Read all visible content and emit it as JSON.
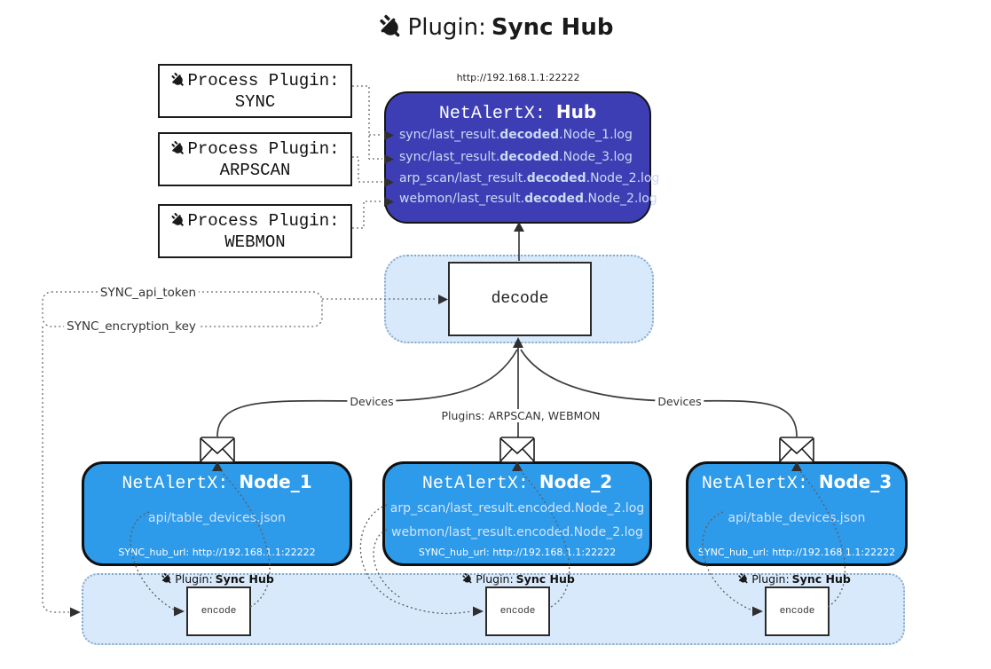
{
  "title": {
    "label": "Plugin:",
    "name": "Sync Hub"
  },
  "hub": {
    "url": "http://192.168.1.1:22222",
    "title": "NetAlertX:",
    "name": "Hub",
    "logs": [
      {
        "pre": "sync/last_result.",
        "bold": "decoded",
        "post": ".Node_1.log"
      },
      {
        "pre": "sync/last_result.",
        "bold": "decoded",
        "post": ".Node_3.log"
      },
      {
        "pre": "arp_scan/last_result.",
        "bold": "decoded",
        "post": ".Node_2.log"
      },
      {
        "pre": "webmon/last_result.",
        "bold": "decoded",
        "post": ".Node_2.log"
      }
    ]
  },
  "process_plugins": [
    {
      "label": "Process Plugin:",
      "name": "SYNC"
    },
    {
      "label": "Process Plugin:",
      "name": "ARPSCAN"
    },
    {
      "label": "Process Plugin:",
      "name": "WEBMON"
    }
  ],
  "decode": {
    "label": "decode",
    "api_token": "SYNC_api_token",
    "encryption_key": "SYNC_encryption_key"
  },
  "edges": {
    "devices_left": "Devices",
    "devices_right": "Devices",
    "plugins": "Plugins: ARPSCAN, WEBMON"
  },
  "nodes": [
    {
      "title": "NetAlertX:",
      "name": "Node_1",
      "files": [
        "api/table_devices.json"
      ],
      "hub_url": "SYNC_hub_url: http://192.168.1.1:22222"
    },
    {
      "title": "NetAlertX:",
      "name": "Node_2",
      "files": [
        "arp_scan/last_result.encoded.Node_2.log",
        "webmon/last_result.encoded.Node_2.log"
      ],
      "hub_url": "SYNC_hub_url: http://192.168.1.1:22222"
    },
    {
      "title": "NetAlertX:",
      "name": "Node_3",
      "files": [
        "api/table_devices.json"
      ],
      "hub_url": "SYNC_hub_url: http://192.168.1.1:22222"
    }
  ],
  "encode": {
    "plugin_label": "Plugin:",
    "plugin_name": "Sync Hub",
    "label": "encode"
  },
  "colors": {
    "hub_fill": "#3e3eb4",
    "node_fill": "#2e9aea",
    "container_fill": "#d8e9fb",
    "container_border": "#8aa9cd",
    "light_text": "#d2e4f7",
    "solid_line": "#3d3d3d",
    "dotted_line": "#6b6b6b"
  }
}
